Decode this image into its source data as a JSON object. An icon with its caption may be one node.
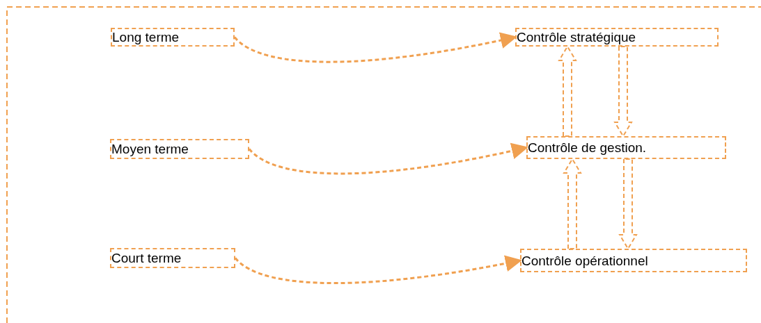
{
  "diagram": {
    "nodes": [
      {
        "text": [
          "Long terme"
        ]
      },
      {
        "text": [
          "Contrôle stratégique"
        ]
      },
      {
        "text": [
          "Moyen terme"
        ]
      },
      {
        "text": [
          "Contrôle de gestion."
        ]
      },
      {
        "text": [
          "Court terme"
        ]
      },
      {
        "text": [
          "Contrôle opérationnel"
        ]
      }
    ],
    "edges": [
      {
        "from": 0,
        "to": 1,
        "arrow": "to"
      },
      {
        "from": 3,
        "to": 1,
        "arrow": "to"
      },
      {
        "from": 1,
        "to": 3,
        "arrow": "to"
      },
      {
        "from": 2,
        "to": 3,
        "arrow": "to"
      },
      {
        "from": 5,
        "to": 3,
        "arrow": "to"
      },
      {
        "from": 3,
        "to": 5,
        "arrow": "to"
      },
      {
        "from": 4,
        "to": 5,
        "arrow": "to"
      }
    ]
  }
}
